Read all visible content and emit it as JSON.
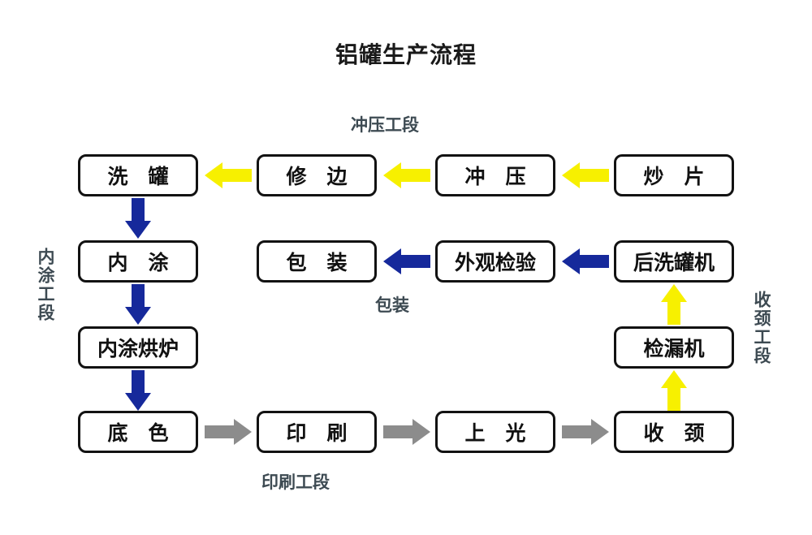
{
  "page": {
    "title": "铝罐生产流程",
    "background": "#ffffff"
  },
  "colors": {
    "yellow": "#F7F000",
    "blue": "#16299B",
    "gray": "#8C8C8C",
    "box_border": "#121212",
    "caption": "#3d4a52",
    "text": "#111111"
  },
  "captions": {
    "stamping": "冲压工段",
    "inner_coating": "内涂工段",
    "necking": "收颈工段",
    "packing": "包装",
    "printing": "印刷工段"
  },
  "nodes": {
    "wash_can": "洗 罐",
    "trim": "修 边",
    "stamp": "冲 压",
    "fry_sheet": "炒 片",
    "inner_coat": "内 涂",
    "pack": "包 装",
    "appearance_check": "外观检验",
    "post_washer": "后洗罐机",
    "inner_coat_oven": "内涂烘炉",
    "leak_detector": "检漏机",
    "base_color": "底 色",
    "print": "印 刷",
    "varnish": "上 光",
    "necking": "收 颈"
  },
  "flow": {
    "type": "process-flowchart",
    "rows": [
      [
        "炒 片",
        "冲 压",
        "修 边",
        "洗 罐"
      ],
      [
        "后洗罐机",
        "外观检验",
        "包 装"
      ],
      [
        "检漏机"
      ],
      [
        "底 色",
        "印 刷",
        "上 光",
        "收 颈"
      ]
    ],
    "edges": [
      {
        "from": "炒 片",
        "to": "冲 压",
        "dir": "left",
        "color": "#F7F000",
        "stage": "冲压工段"
      },
      {
        "from": "冲 压",
        "to": "修 边",
        "dir": "left",
        "color": "#F7F000",
        "stage": "冲压工段"
      },
      {
        "from": "修 边",
        "to": "洗 罐",
        "dir": "left",
        "color": "#F7F000",
        "stage": "冲压工段"
      },
      {
        "from": "洗 罐",
        "to": "内 涂",
        "dir": "down",
        "color": "#16299B",
        "stage": "内涂工段"
      },
      {
        "from": "内 涂",
        "to": "内涂烘炉",
        "dir": "down",
        "color": "#16299B",
        "stage": "内涂工段"
      },
      {
        "from": "内涂烘炉",
        "to": "底 色",
        "dir": "down",
        "color": "#16299B",
        "stage": "内涂工段"
      },
      {
        "from": "底 色",
        "to": "印 刷",
        "dir": "right",
        "color": "#8C8C8C",
        "stage": "印刷工段"
      },
      {
        "from": "印 刷",
        "to": "上 光",
        "dir": "right",
        "color": "#8C8C8C",
        "stage": "印刷工段"
      },
      {
        "from": "上 光",
        "to": "收 颈",
        "dir": "right",
        "color": "#8C8C8C",
        "stage": "印刷工段"
      },
      {
        "from": "收 颈",
        "to": "检漏机",
        "dir": "up",
        "color": "#F7F000",
        "stage": "收颈工段"
      },
      {
        "from": "检漏机",
        "to": "后洗罐机",
        "dir": "up",
        "color": "#F7F000",
        "stage": "收颈工段"
      },
      {
        "from": "后洗罐机",
        "to": "外观检验",
        "dir": "left",
        "color": "#16299B",
        "stage": "包装"
      },
      {
        "from": "外观检验",
        "to": "包 装",
        "dir": "left",
        "color": "#16299B",
        "stage": "包装"
      }
    ]
  }
}
